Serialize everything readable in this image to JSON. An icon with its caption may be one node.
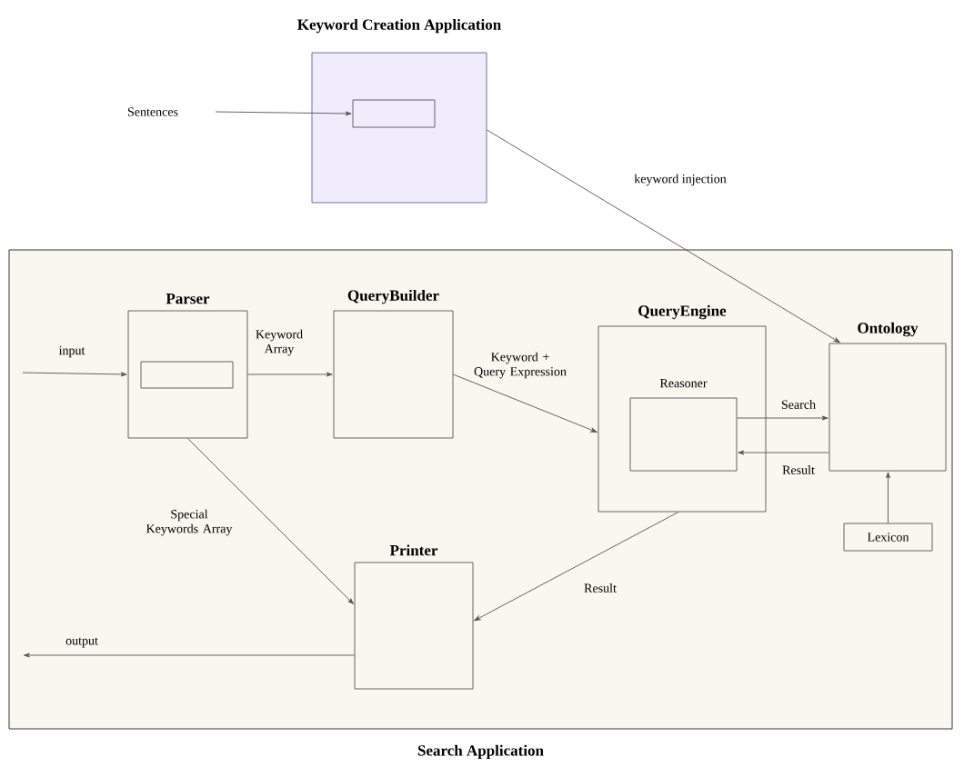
{
  "diagram": {
    "nodes": [
      {
        "text": [
          "Keyword Creation Application"
        ]
      },
      {
        "text": [],
        "shape": "box",
        "in": 0
      },
      {
        "text": [
          "Sentences"
        ]
      },
      {
        "text": [
          "Search Application"
        ]
      },
      {
        "text": [
          "Parser"
        ],
        "in": 3
      },
      {
        "text": [],
        "shape": "box",
        "in": 4
      },
      {
        "text": [
          "QueryBuilder"
        ],
        "in": 3
      },
      {
        "text": [
          "QueryEngine"
        ],
        "in": 3
      },
      {
        "text": [
          "Reasoner"
        ],
        "in": 7
      },
      {
        "text": [
          "Ontology"
        ],
        "in": 3
      },
      {
        "text": [
          "Lexicon"
        ],
        "in": 3
      },
      {
        "text": [
          "Printer"
        ],
        "in": 3
      }
    ],
    "edges": [
      {
        "from": 2,
        "to": 1,
        "arrow": "to"
      },
      {
        "from": 0,
        "to": 9,
        "arrow": "to",
        "label": "keyword injection"
      },
      {
        "from": null,
        "to": 4,
        "arrow": "to",
        "label": "input"
      },
      {
        "from": 4,
        "to": 6,
        "arrow": "to",
        "label": "Keyword Array"
      },
      {
        "from": 6,
        "to": 7,
        "arrow": "to",
        "label": "Keyword + Query Expression"
      },
      {
        "from": 8,
        "to": 9,
        "arrow": "to",
        "label": "Search"
      },
      {
        "from": 9,
        "to": 8,
        "arrow": "to",
        "label": "Result"
      },
      {
        "from": 10,
        "to": 9,
        "arrow": "to"
      },
      {
        "from": 4,
        "to": 11,
        "arrow": "to",
        "label": "Special Keywords Array"
      },
      {
        "from": 7,
        "to": 11,
        "arrow": "to",
        "label": "Result"
      },
      {
        "from": 11,
        "to": null,
        "arrow": "to",
        "label": "output"
      }
    ]
  }
}
